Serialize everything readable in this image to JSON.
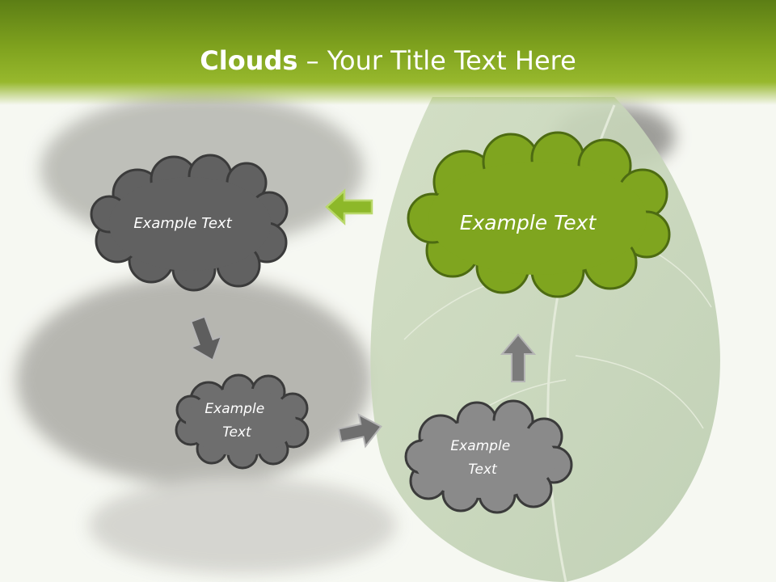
{
  "slide": {
    "title_strong": "Clouds",
    "title_dash": " – ",
    "title_rest": "Your Title Text Here"
  },
  "clouds": [
    {
      "lines": [
        "Example Text"
      ],
      "fill": "#616161"
    },
    {
      "lines": [
        "Example Text"
      ],
      "fill": "#7fa51f"
    },
    {
      "lines": [
        "Example",
        "Text"
      ],
      "fill": "#6e6e6e"
    },
    {
      "lines": [
        "Example",
        "Text"
      ],
      "fill": "#8a8a8a"
    }
  ],
  "colors": {
    "header_green": "#7fa21e",
    "accent_green": "#7fa51f",
    "arrow_gray": "#6f6f6f"
  },
  "icons": [
    "left-arrow-icon",
    "down-right-arrow-icon",
    "right-arrow-icon",
    "up-arrow-icon"
  ]
}
